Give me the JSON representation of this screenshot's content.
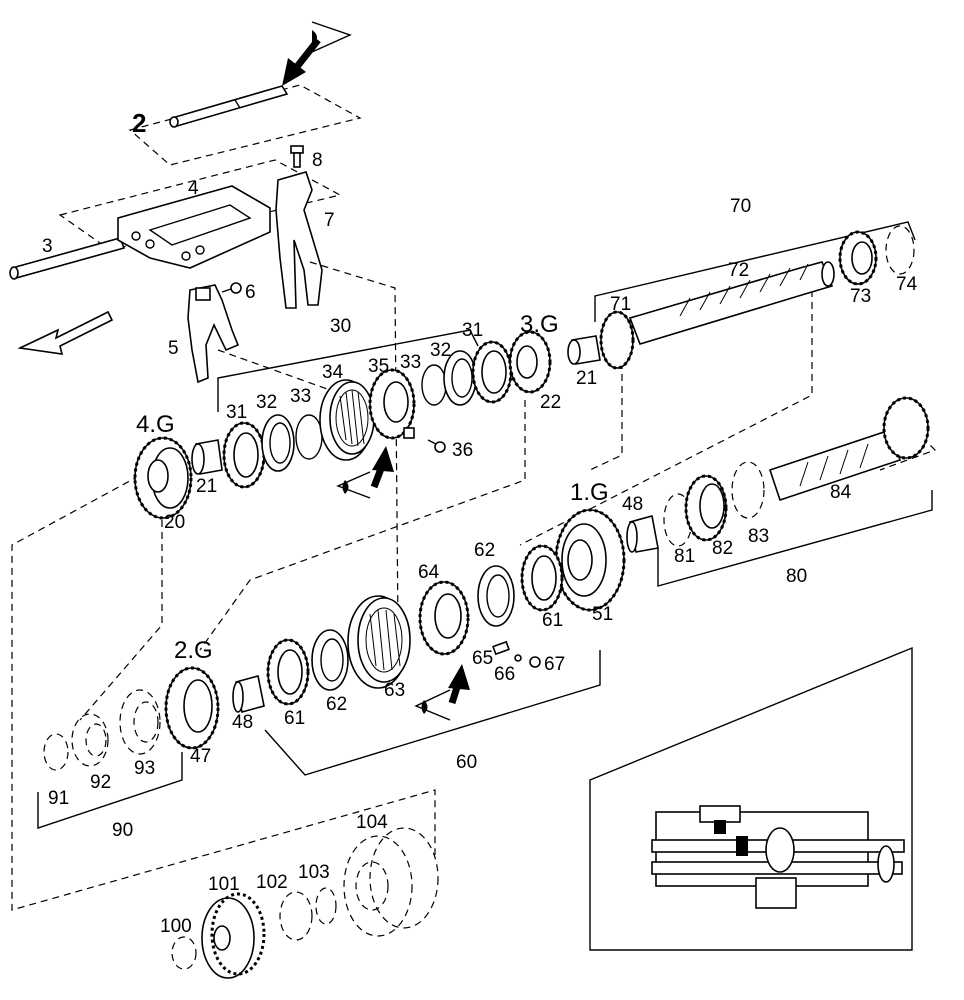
{
  "labels": {
    "l2": "2",
    "l3": "3",
    "l4": "4",
    "l5": "5",
    "l6": "6",
    "l7": "7",
    "l8": "8",
    "l20": "20",
    "l21a": "21",
    "l21b": "21",
    "l22": "22",
    "l30": "30",
    "l31a": "31",
    "l31b": "31",
    "l32a": "32",
    "l32b": "32",
    "l33a": "33",
    "l33b": "33",
    "l34": "34",
    "l35": "35",
    "l36": "36",
    "l47": "47",
    "l48a": "48",
    "l48b": "48",
    "l51": "51",
    "l60": "60",
    "l61a": "61",
    "l61b": "61",
    "l62a": "62",
    "l62b": "62",
    "l63": "63",
    "l64": "64",
    "l65": "65",
    "l66": "66",
    "l67": "67",
    "l70": "70",
    "l71": "71",
    "l72": "72",
    "l73": "73",
    "l74": "74",
    "l80": "80",
    "l81": "81",
    "l82": "82",
    "l83": "83",
    "l84": "84",
    "l90": "90",
    "l91": "91",
    "l92": "92",
    "l93": "93",
    "l100": "100",
    "l101": "101",
    "l102": "102",
    "l103": "103",
    "l104": "104"
  },
  "gear_labels": {
    "g1": "1.G",
    "g2": "2.G",
    "g3": "3.G",
    "g4": "4.G"
  }
}
